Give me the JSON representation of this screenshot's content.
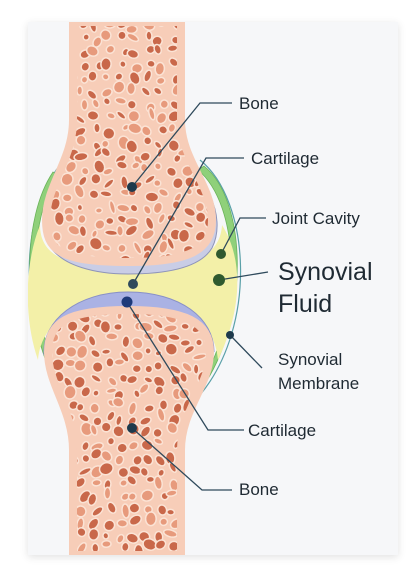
{
  "labels": {
    "bone_top": "Bone",
    "cartilage_top": "Cartilage",
    "joint_cavity": "Joint Cavity",
    "synovial_fluid_line1": "Synovial",
    "synovial_fluid_line2": "Fluid",
    "synovial_membrane_line1": "Synovial",
    "synovial_membrane_line2": "Membrane",
    "cartilage_bottom": "Cartilage",
    "bone_bottom": "Bone"
  },
  "colors": {
    "background": "#f6f7f9",
    "bone_fill": "#f7cdb8",
    "bone_edge": "#e3a68c",
    "bone_pore": "#c9684a",
    "bone_lattice": "#fbe3d5",
    "cartilage": "#c9cde6",
    "cartilage_bottom": "#aab2e4",
    "synovial_fluid": "#f3f0a8",
    "synovial_membrane": "#8fd07a",
    "capsule_line": "#5aa0a8",
    "leader_line": "#2f4a5c",
    "dot": "#1e3a4c",
    "dot_fluid": "#2f5a2e",
    "label_text": "#1f2a33"
  }
}
